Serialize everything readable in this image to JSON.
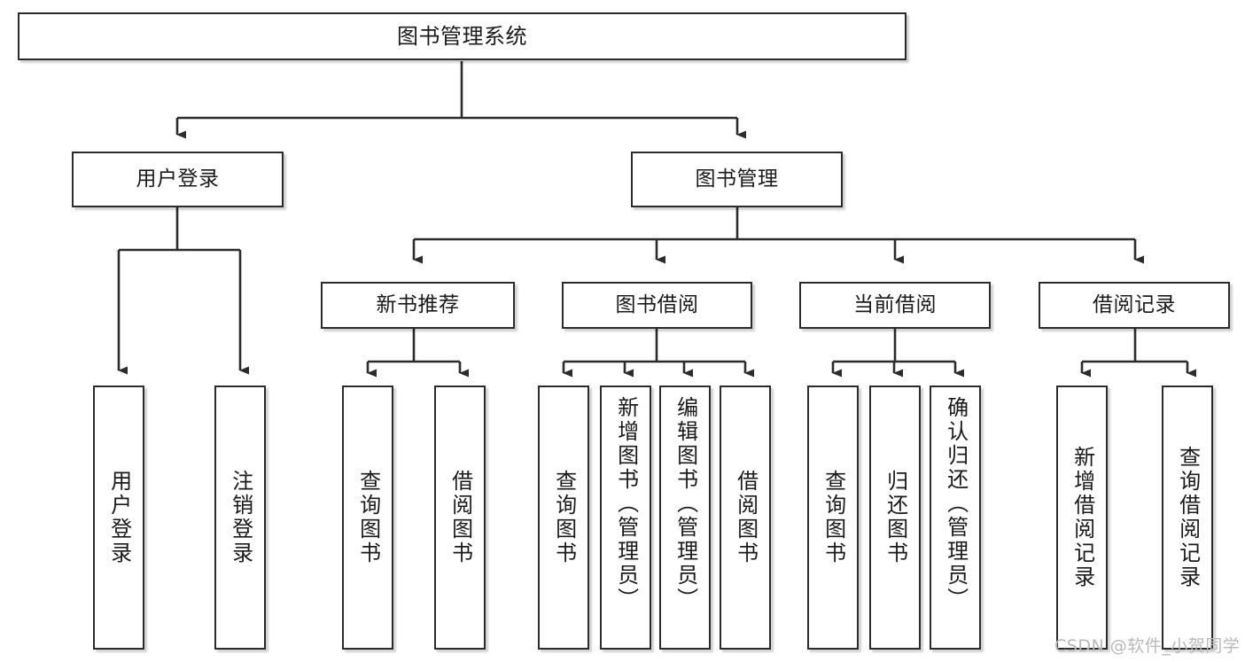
{
  "diagram": {
    "type": "tree",
    "title": "图书管理系统",
    "watermark": "CSDN @软件_小贺同学",
    "colors": {
      "box_border": "#2b2b2b",
      "box_fill": "#ffffff",
      "edge": "#2b2b2b",
      "text": "#1a1a1a",
      "watermark": "#b9b9b9"
    },
    "nodes": {
      "root": {
        "label": "图书管理系统"
      },
      "level2": [
        {
          "id": "user_login",
          "label": "用户登录"
        },
        {
          "id": "book_manage",
          "label": "图书管理"
        }
      ],
      "level3": [
        {
          "id": "new_book_rec",
          "label": "新书推荐"
        },
        {
          "id": "book_borrow",
          "label": "图书借阅"
        },
        {
          "id": "current_borrow",
          "label": "当前借阅"
        },
        {
          "id": "borrow_record",
          "label": "借阅记录"
        }
      ],
      "leaves": {
        "user_login": [
          {
            "id": "leaf_user_login",
            "label": "用户登录"
          },
          {
            "id": "leaf_logout",
            "label": "注销登录"
          }
        ],
        "new_book_rec": [
          {
            "id": "leaf_query_book_1",
            "label": "查询图书"
          },
          {
            "id": "leaf_borrow_book_1",
            "label": "借阅图书"
          }
        ],
        "book_borrow": [
          {
            "id": "leaf_query_book_2",
            "label": "查询图书"
          },
          {
            "id": "leaf_add_book",
            "label": "新增图书（管理员）"
          },
          {
            "id": "leaf_edit_book",
            "label": "编辑图书（管理员）"
          },
          {
            "id": "leaf_borrow_book_2",
            "label": "借阅图书"
          }
        ],
        "current_borrow": [
          {
            "id": "leaf_query_book_3",
            "label": "查询图书"
          },
          {
            "id": "leaf_return_book",
            "label": "归还图书"
          },
          {
            "id": "leaf_confirm_return",
            "label": "确认归还（管理员）"
          }
        ],
        "borrow_record": [
          {
            "id": "leaf_add_record",
            "label": "新增借阅记录"
          },
          {
            "id": "leaf_query_record",
            "label": "查询借阅记录"
          }
        ]
      }
    },
    "edges": [
      {
        "from": "root",
        "to": "user_login"
      },
      {
        "from": "root",
        "to": "book_manage"
      },
      {
        "from": "user_login",
        "to": "leaf_user_login"
      },
      {
        "from": "user_login",
        "to": "leaf_logout"
      },
      {
        "from": "book_manage",
        "to": "new_book_rec"
      },
      {
        "from": "book_manage",
        "to": "book_borrow"
      },
      {
        "from": "book_manage",
        "to": "current_borrow"
      },
      {
        "from": "book_manage",
        "to": "borrow_record"
      },
      {
        "from": "new_book_rec",
        "to": "leaf_query_book_1"
      },
      {
        "from": "new_book_rec",
        "to": "leaf_borrow_book_1"
      },
      {
        "from": "book_borrow",
        "to": "leaf_query_book_2"
      },
      {
        "from": "book_borrow",
        "to": "leaf_add_book"
      },
      {
        "from": "book_borrow",
        "to": "leaf_edit_book"
      },
      {
        "from": "book_borrow",
        "to": "leaf_borrow_book_2"
      },
      {
        "from": "current_borrow",
        "to": "leaf_query_book_3"
      },
      {
        "from": "current_borrow",
        "to": "leaf_return_book"
      },
      {
        "from": "current_borrow",
        "to": "leaf_confirm_return"
      },
      {
        "from": "borrow_record",
        "to": "leaf_add_record"
      },
      {
        "from": "borrow_record",
        "to": "leaf_query_record"
      }
    ]
  }
}
